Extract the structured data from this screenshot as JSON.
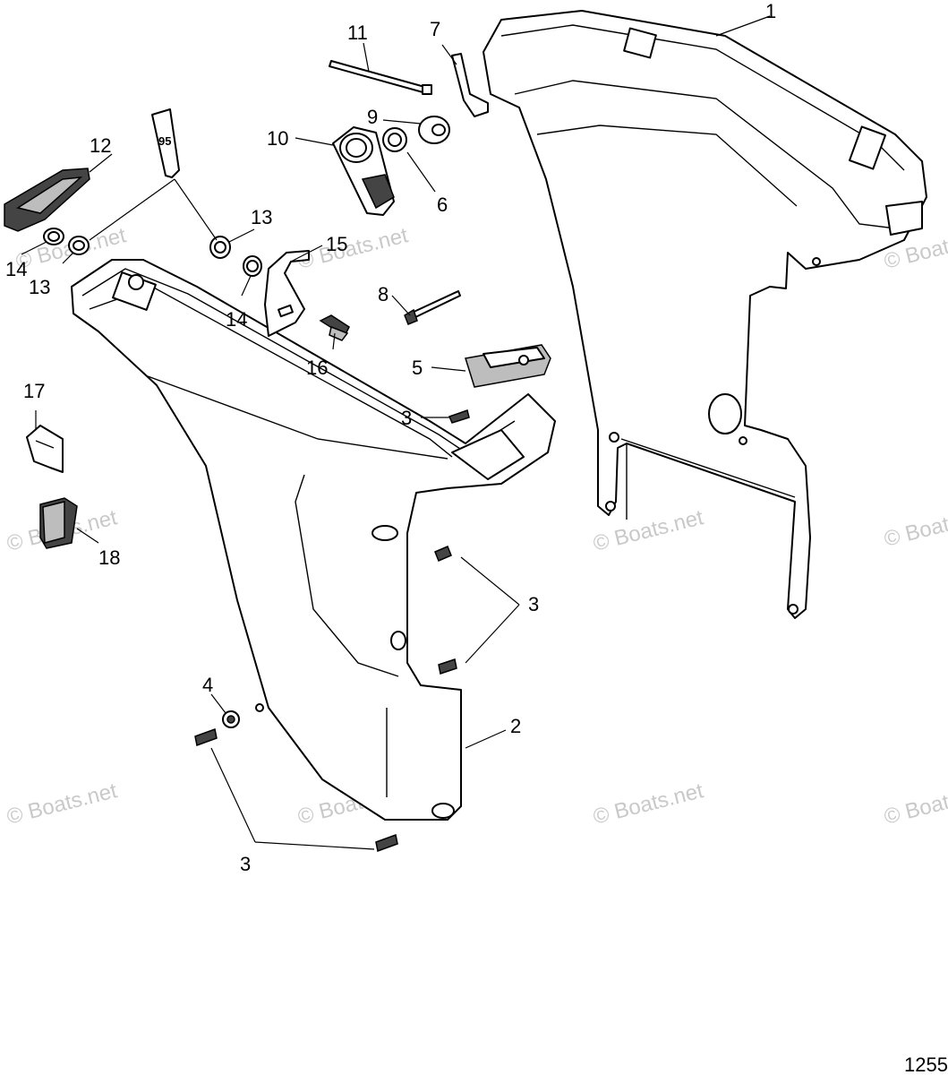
{
  "watermark": "© Boats.net",
  "figure_number": "1255",
  "tube_text": "95",
  "callouts": {
    "c1": "1",
    "c2": "2",
    "c3a": "3",
    "c3b": "3",
    "c3c": "3",
    "c4": "4",
    "c5": "5",
    "c6": "6",
    "c7": "7",
    "c8": "8",
    "c9": "9",
    "c10": "10",
    "c11": "11",
    "c12": "12",
    "c13a": "13",
    "c13b": "13",
    "c14a": "14",
    "c14b": "14",
    "c15": "15",
    "c16": "16",
    "c17": "17",
    "c18": "18"
  }
}
